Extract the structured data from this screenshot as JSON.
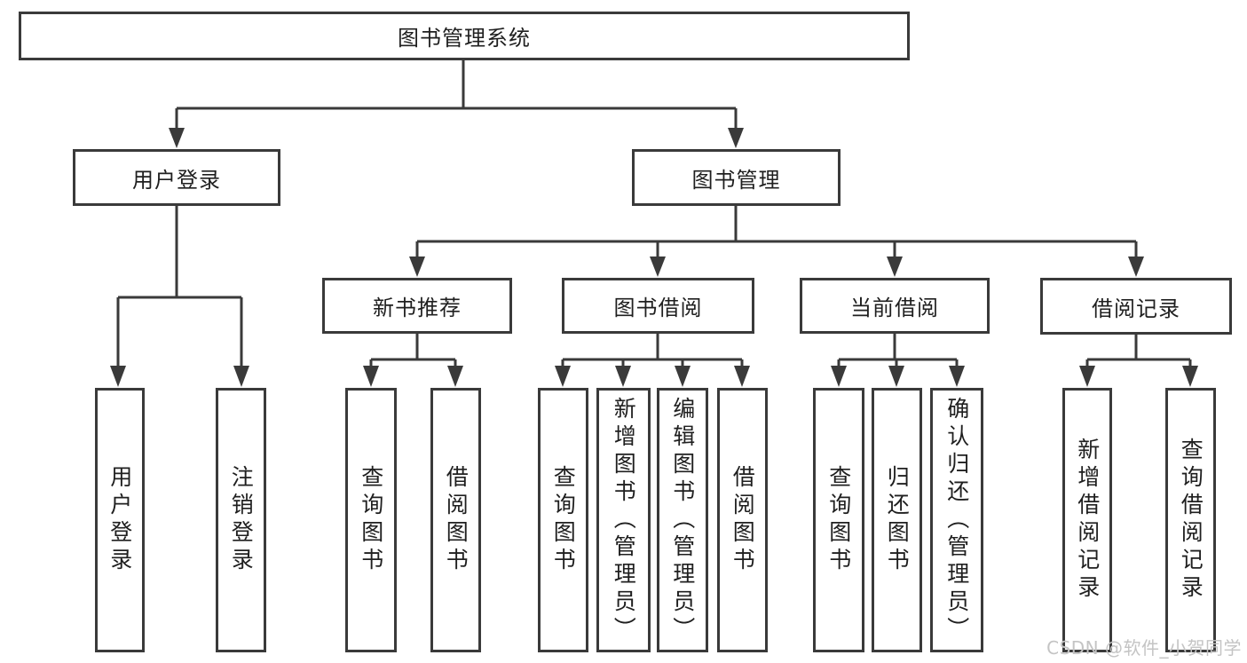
{
  "tree": {
    "root": "图书管理系统",
    "user_login": {
      "label": "用户登录",
      "children": [
        "用户登录",
        "注销登录"
      ]
    },
    "book_mgmt": {
      "label": "图书管理",
      "sections": {
        "new_books": {
          "label": "新书推荐",
          "children": [
            "查询图书",
            "借阅图书"
          ]
        },
        "book_borrow": {
          "label": "图书借阅",
          "children": [
            "查询图书",
            "新增图书（管理员）",
            "编辑图书（管理员）",
            "借阅图书"
          ]
        },
        "current_borrow": {
          "label": "当前借阅",
          "children": [
            "查询图书",
            "归还图书",
            "确认归还（管理员）"
          ]
        },
        "borrow_records": {
          "label": "借阅记录",
          "children": [
            "新增借阅记录",
            "查询借阅记录"
          ]
        }
      }
    }
  },
  "watermark": "CSDN @软件_小贺同学",
  "colors": {
    "line": "#3a3a3a",
    "text": "#1f1f1f",
    "box_bg": "#ffffff",
    "watermark": "#c4c4c4",
    "background": "#ffffff"
  }
}
